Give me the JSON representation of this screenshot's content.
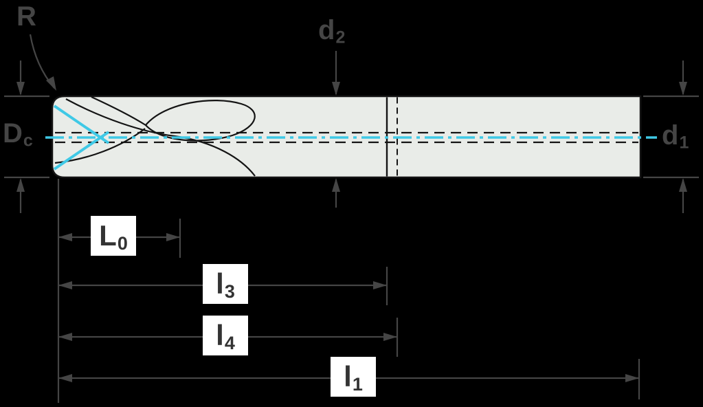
{
  "diagram": {
    "labels": {
      "radius": {
        "main": "R",
        "sub": ""
      },
      "d2": {
        "main": "d",
        "sub": "2"
      },
      "dc": {
        "main": "D",
        "sub": "c"
      },
      "d1": {
        "main": "d",
        "sub": "1"
      },
      "l0": {
        "main": "L",
        "sub": "0"
      },
      "l3": {
        "main": "l",
        "sub": "3"
      },
      "l4": {
        "main": "l",
        "sub": "4"
      },
      "l1": {
        "main": "l",
        "sub": "1"
      }
    },
    "colors": {
      "background": "#000000",
      "tool_fill": "#e9ece8",
      "tool_outline": "#141414",
      "dimension_lines": "#454545",
      "centerline_accent": "#3fc9e6",
      "label_box_background": "#ffffff",
      "label_box_text": "#333333"
    }
  }
}
